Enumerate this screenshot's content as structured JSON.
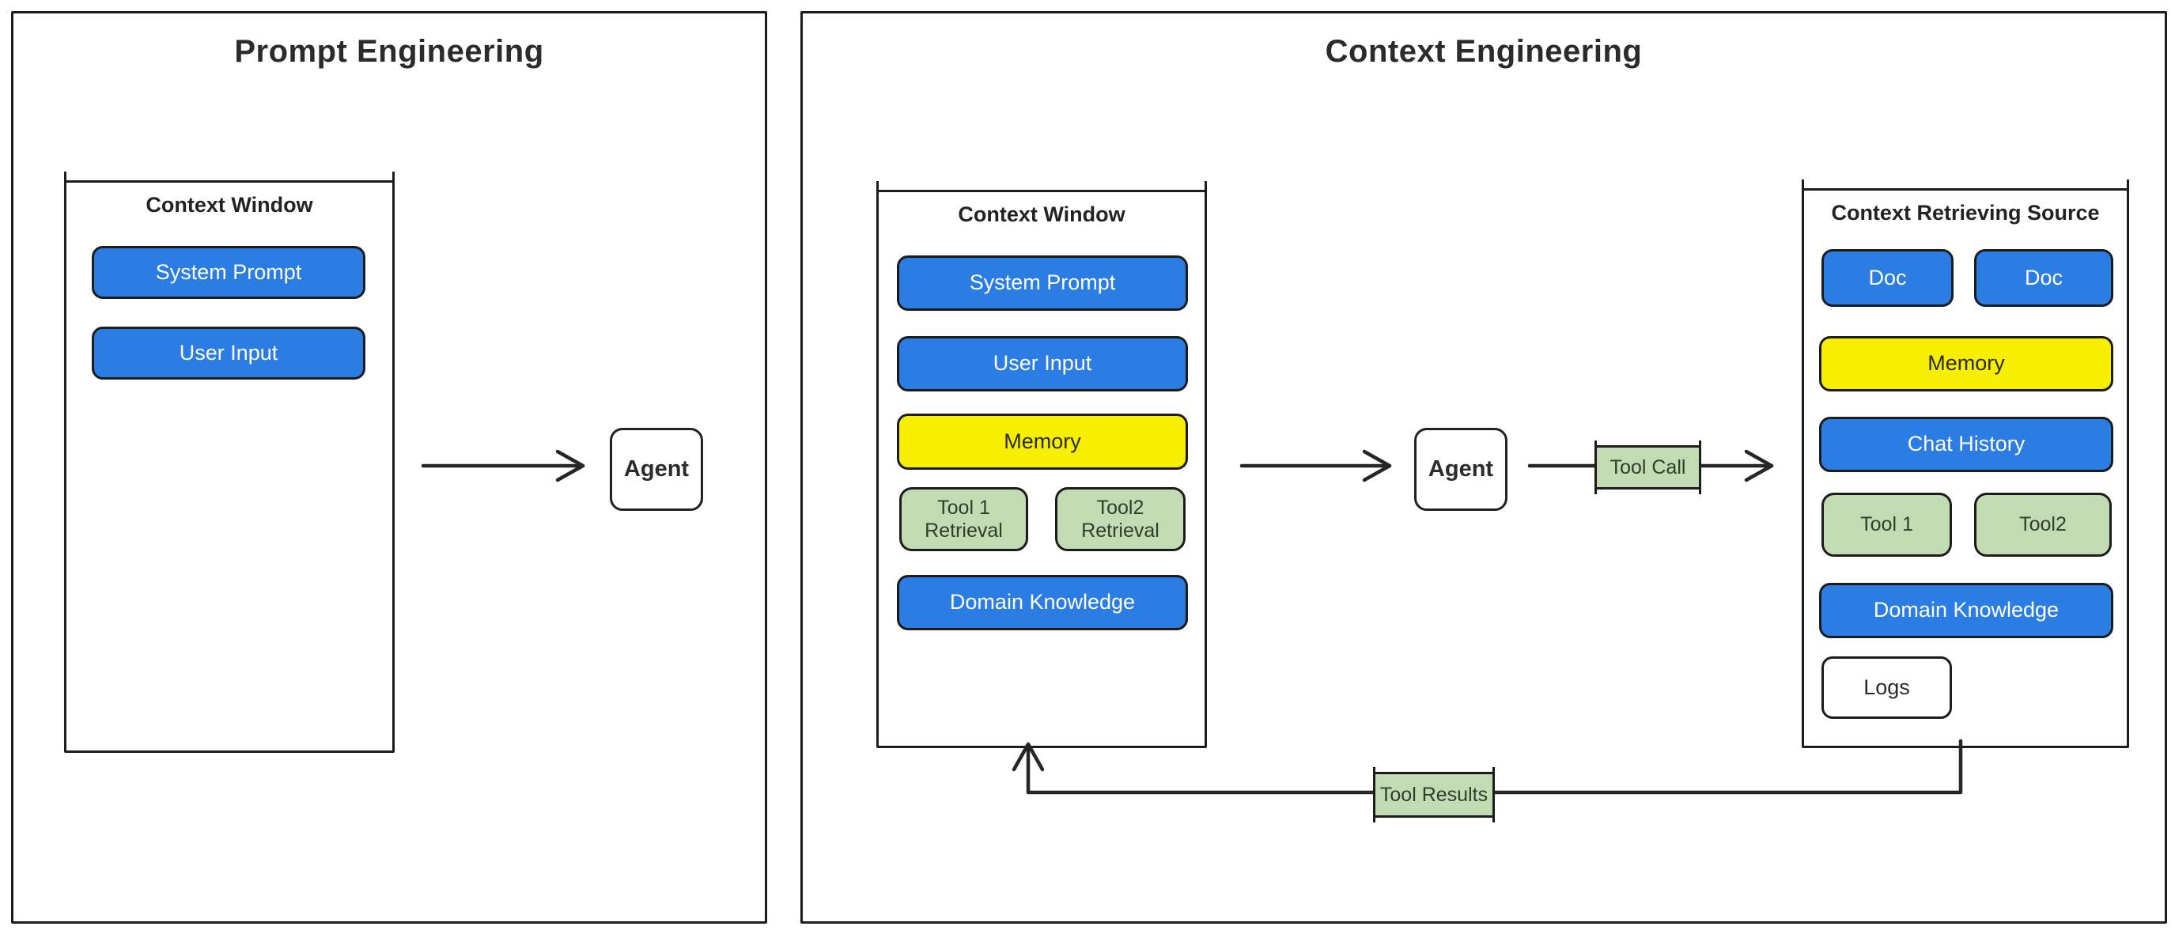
{
  "colors": {
    "blue": "#2b7de3",
    "yellow": "#f8ef00",
    "green": "#c1dbb3",
    "white": "#ffffff",
    "ink": "#1c1c1c"
  },
  "left_panel": {
    "title": "Prompt Engineering",
    "context_window": {
      "title": "Context Window",
      "pills": [
        {
          "label": "System Prompt",
          "color": "blue"
        },
        {
          "label": "User Input",
          "color": "blue"
        }
      ]
    },
    "agent_label": "Agent"
  },
  "right_panel": {
    "title": "Context Engineering",
    "context_window": {
      "title": "Context Window",
      "pills": [
        {
          "label": "System Prompt",
          "color": "blue"
        },
        {
          "label": "User Input",
          "color": "blue"
        },
        {
          "label": "Memory",
          "color": "yellow"
        },
        {
          "label": "Tool 1 Retrieval",
          "color": "green"
        },
        {
          "label": "Tool2 Retrieval",
          "color": "green"
        },
        {
          "label": "Domain Knowledge",
          "color": "blue"
        }
      ]
    },
    "agent_label": "Agent",
    "tool_call_label": "Tool Call",
    "tool_results_label": "Tool Results",
    "retrieving_source": {
      "title": "Context Retrieving Source",
      "pills": [
        {
          "label": "Doc",
          "color": "blue"
        },
        {
          "label": "Doc",
          "color": "blue"
        },
        {
          "label": "Memory",
          "color": "yellow"
        },
        {
          "label": "Chat History",
          "color": "blue"
        },
        {
          "label": "Tool 1",
          "color": "green"
        },
        {
          "label": "Tool2",
          "color": "green"
        },
        {
          "label": "Domain Knowledge",
          "color": "blue"
        },
        {
          "label": "Logs",
          "color": "white"
        }
      ]
    }
  }
}
